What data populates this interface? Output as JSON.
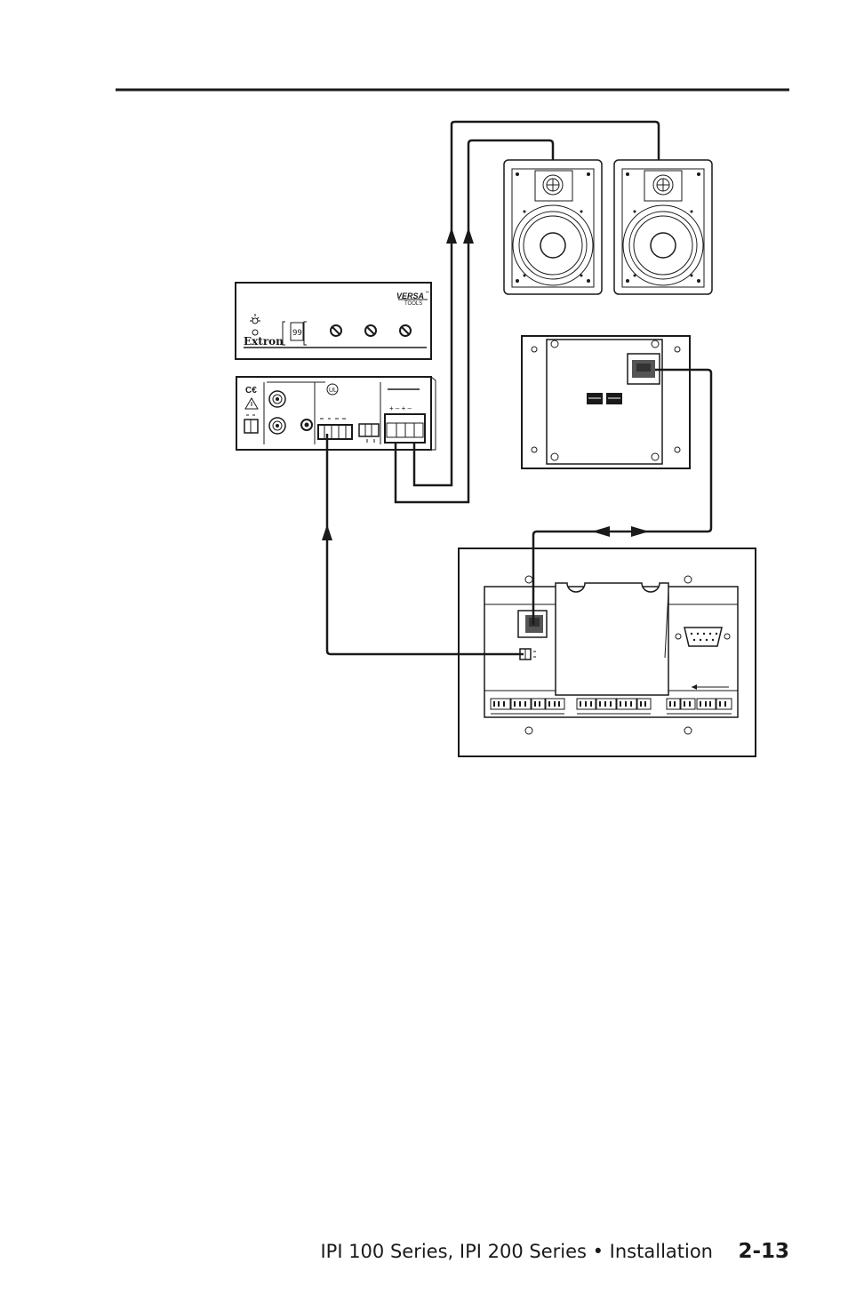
{
  "panel": {
    "brand_logo": "Extron",
    "series_logo_top": "VERSA",
    "series_logo_tm": "™",
    "series_logo_bottom": "TOOLS",
    "display_value": "99"
  },
  "footer": {
    "title": "IPI 100 Series, IPI 200 Series • Installation",
    "page_number": "2-13"
  },
  "colors": {
    "line": "#1a1a1a",
    "background": "#ffffff"
  }
}
